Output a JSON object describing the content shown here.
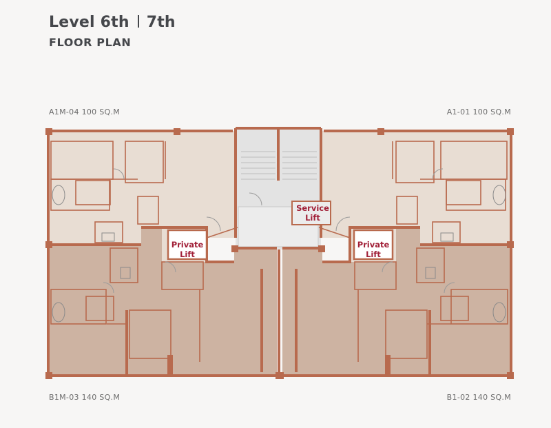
{
  "header": {
    "level_a": "Level 6th",
    "level_b": "7th",
    "subtitle": "FLOOR PLAN"
  },
  "units": {
    "top_left": "A1M-04 100 SQ.M",
    "top_right": "A1-01 100 SQ.M",
    "bottom_left": "B1M-03 140 SQ.M",
    "bottom_right": "B1-02 140 SQ.M"
  },
  "lifts": {
    "service_line1": "Service",
    "service_line2": "Lift",
    "private_left_line1": "Private",
    "private_left_line2": "Lift",
    "private_right_line1": "Private",
    "private_right_line2": "Lift"
  },
  "colors": {
    "wall": "#b86a4e",
    "unit_a_fill": "#e8ddd3",
    "unit_b_fill": "#cdb3a2",
    "core_fill": "#e3e3e3",
    "lift_text": "#a12038",
    "title_text": "#45474b"
  }
}
